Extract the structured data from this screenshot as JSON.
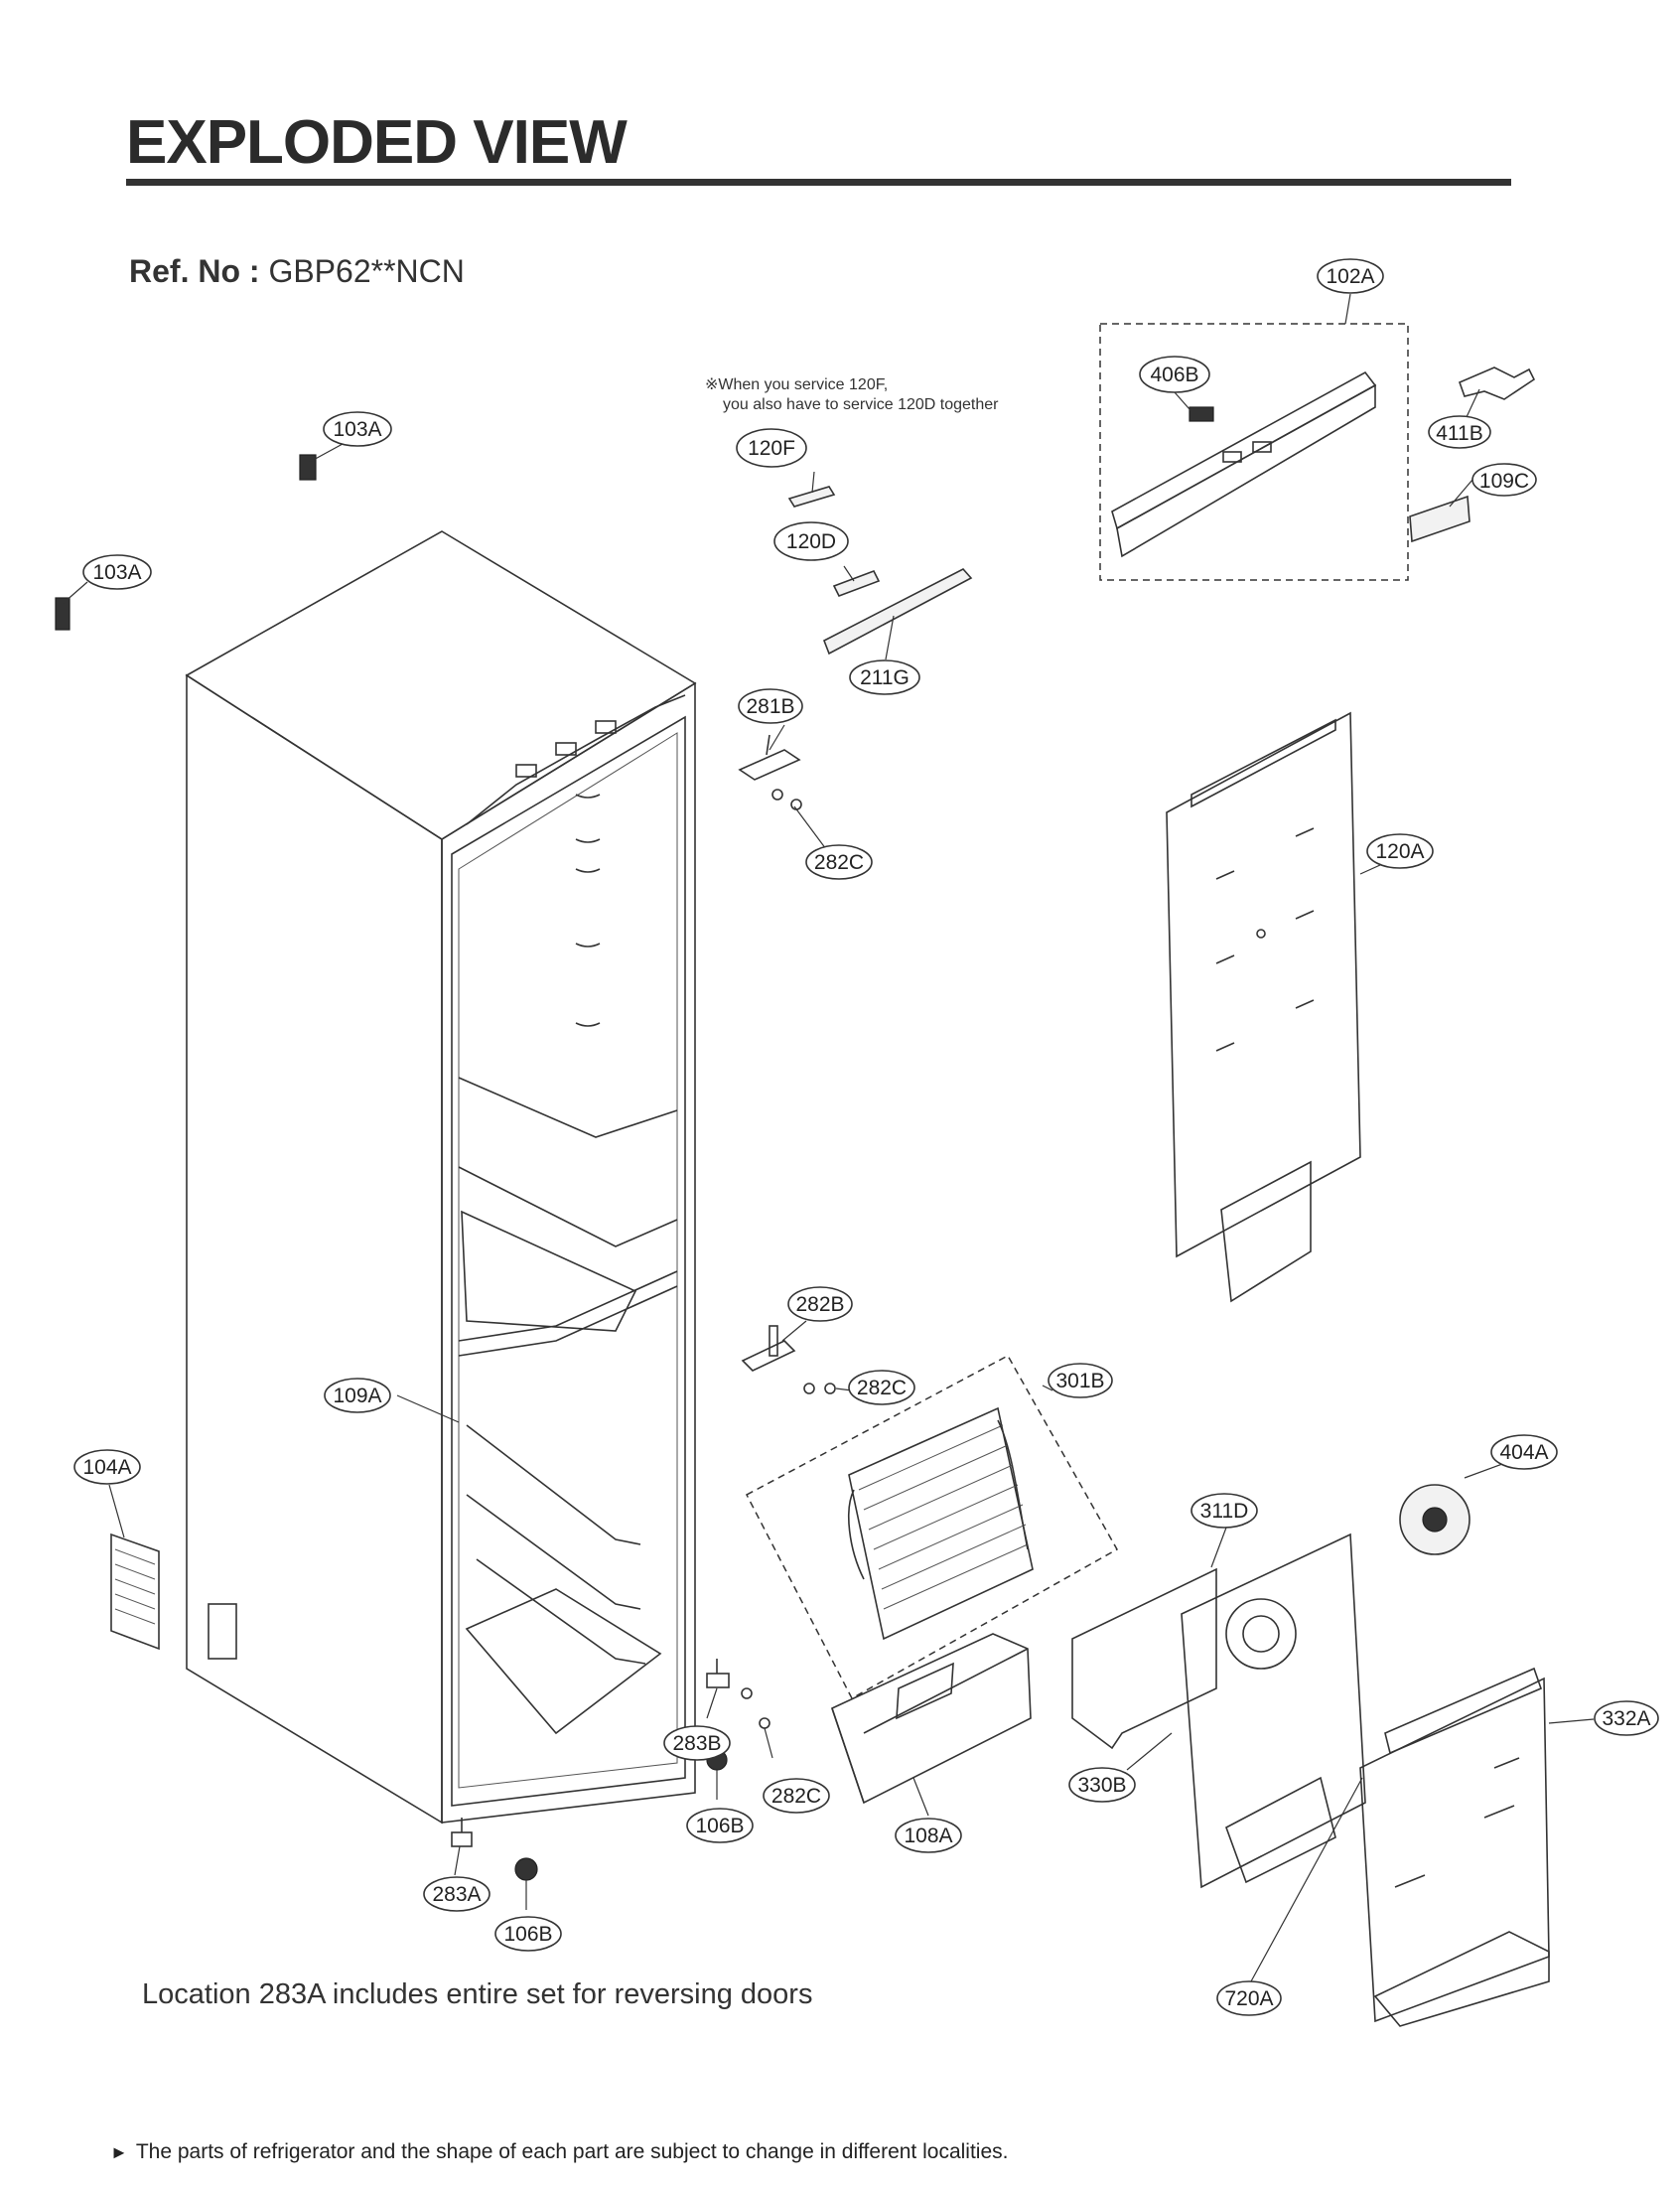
{
  "header": {
    "title": "EXPLODED VIEW",
    "ref_label": "Ref. No :",
    "ref_value": "GBP62**NCN"
  },
  "notes": {
    "service_line1": "※When you service 120F,",
    "service_line2": "you also have to service 120D together",
    "location": "Location 283A includes entire set for reversing doors",
    "footer": "The parts of refrigerator and the shape of each part are subject to change in different localities.",
    "footer_marker": "►"
  },
  "callouts": [
    {
      "id": "c102a",
      "label": "102A"
    },
    {
      "id": "c406b",
      "label": "406B"
    },
    {
      "id": "c411b",
      "label": "411B"
    },
    {
      "id": "c109c",
      "label": "109C"
    },
    {
      "id": "c103a-1",
      "label": "103A"
    },
    {
      "id": "c103a-2",
      "label": "103A"
    },
    {
      "id": "c120f",
      "label": "120F"
    },
    {
      "id": "c120d",
      "label": "120D"
    },
    {
      "id": "c211g",
      "label": "211G"
    },
    {
      "id": "c281b",
      "label": "281B"
    },
    {
      "id": "c282c-1",
      "label": "282C"
    },
    {
      "id": "c120a",
      "label": "120A"
    },
    {
      "id": "c282b",
      "label": "282B"
    },
    {
      "id": "c282c-2",
      "label": "282C"
    },
    {
      "id": "c301b",
      "label": "301B"
    },
    {
      "id": "c109a",
      "label": "109A"
    },
    {
      "id": "c104a",
      "label": "104A"
    },
    {
      "id": "c404a",
      "label": "404A"
    },
    {
      "id": "c311d",
      "label": "311D"
    },
    {
      "id": "c332a",
      "label": "332A"
    },
    {
      "id": "c283b",
      "label": "283B"
    },
    {
      "id": "c282c-3",
      "label": "282C"
    },
    {
      "id": "c106b-1",
      "label": "106B"
    },
    {
      "id": "c108a",
      "label": "108A"
    },
    {
      "id": "c330b",
      "label": "330B"
    },
    {
      "id": "c283a",
      "label": "283A"
    },
    {
      "id": "c106b-2",
      "label": "106B"
    },
    {
      "id": "c720a",
      "label": "720A"
    }
  ]
}
